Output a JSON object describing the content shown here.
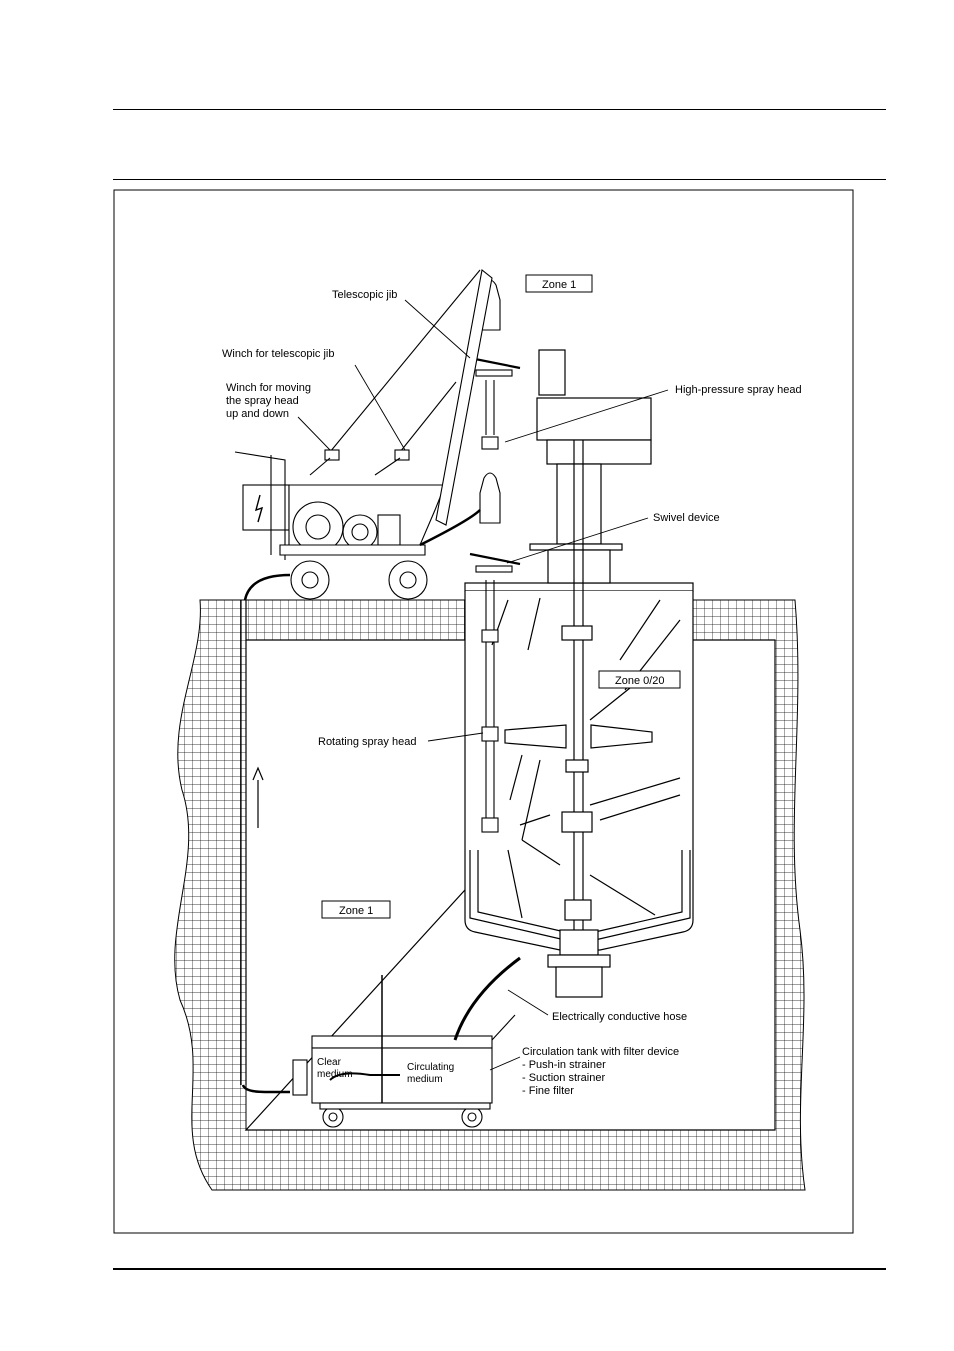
{
  "labels": {
    "telescopic_jib": "Telescopic jib",
    "winch_jib": "Winch for telescopic jib",
    "winch_moving_1": "Winch for moving",
    "winch_moving_2": "the spray head",
    "winch_moving_3": "up and down",
    "zone1_top": "Zone 1",
    "hp_spray_head": "High-pressure spray head",
    "swivel_device": "Swivel device",
    "zone_0_20": "Zone 0/20",
    "rotating_spray_head": "Rotating spray head",
    "zone1_bottom": "Zone 1",
    "conductive_hose": "Electrically conductive hose",
    "circ_tank_title": "Circulation tank with filter device",
    "circ_tank_item1": "- Push-in strainer",
    "circ_tank_item2": "- Suction strainer",
    "circ_tank_item3": "- Fine filter",
    "clear_medium_1": "Clear",
    "clear_medium_2": "medium",
    "circulating_medium_1": "Circulating",
    "circulating_medium_2": "medium"
  }
}
